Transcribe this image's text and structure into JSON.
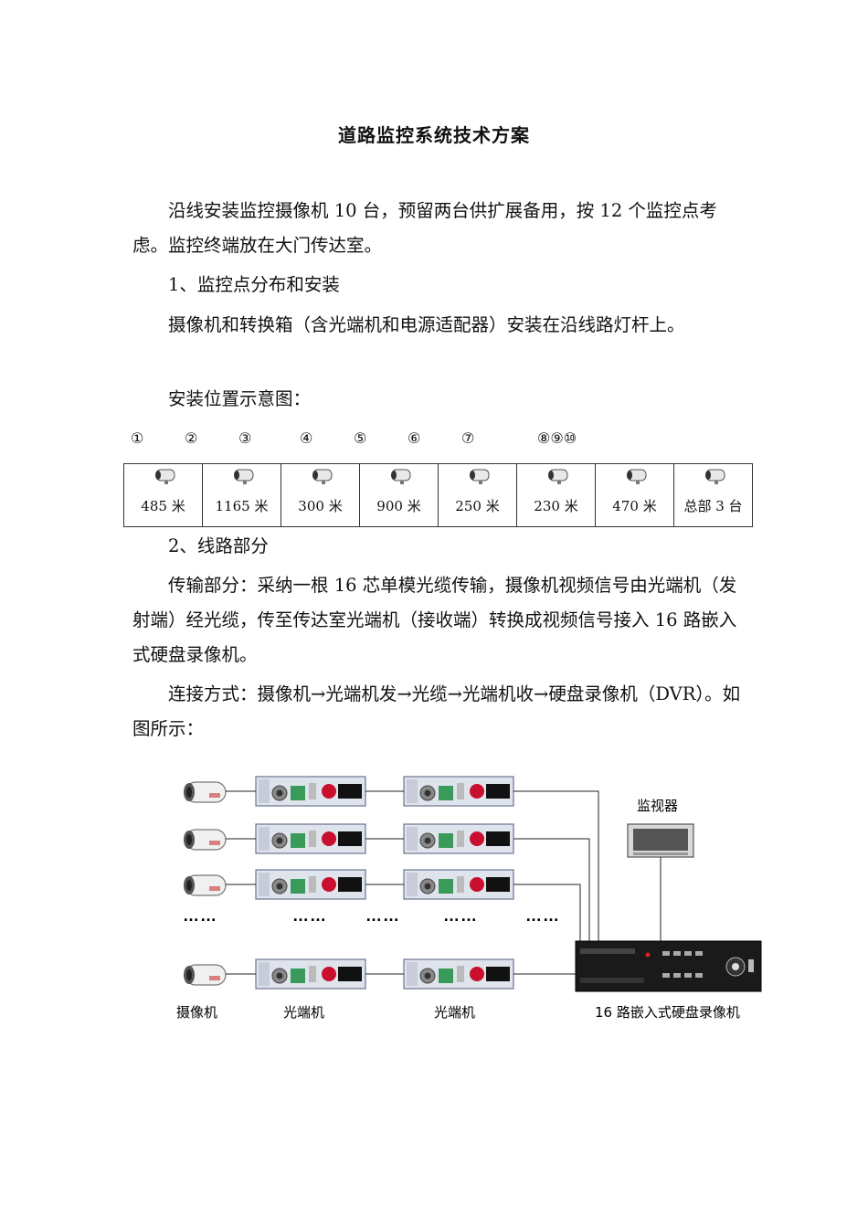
{
  "doc": {
    "title": "道路监控系统技术方案",
    "intro": "沿线安装监控摄像机 10 台，预留两台供扩展备用，按 12 个监控点考虑。监控终端放在大门传达室。",
    "section1": "1、监控点分布和安装",
    "install_text": "摄像机和转换箱（含光端机和电源适配器）安装在沿线路灯杆上。",
    "diagram_caption": "安装位置示意图：",
    "markers": [
      "①",
      "②",
      "③",
      "④",
      "⑤",
      "⑥",
      "⑦",
      "⑧⑨⑩"
    ],
    "distances": [
      "485 米",
      "1165 米",
      "300 米",
      "900 米",
      "250 米",
      "230 米",
      "470 米",
      "总部 3 台"
    ],
    "section2": "2、线路部分",
    "transmission": "传输部分：采纳一根 16 芯单模光缆传输，摄像机视频信号由光端机（发射端）经光缆，传至传达室光端机（接收端）转换成视频信号接入 16 路嵌入式硬盘录像机。",
    "connection": "连接方式：摄像机→光端机发→光缆→光端机收→硬盘录像机（DVR）。如图所示："
  },
  "figure": {
    "dots": "……",
    "monitor_label": "监视器",
    "camera_label": "摄像机",
    "transmitter_label": "光端机",
    "receiver_label": "光端机",
    "dvr_label": "16 路嵌入式硬盘录像机"
  }
}
